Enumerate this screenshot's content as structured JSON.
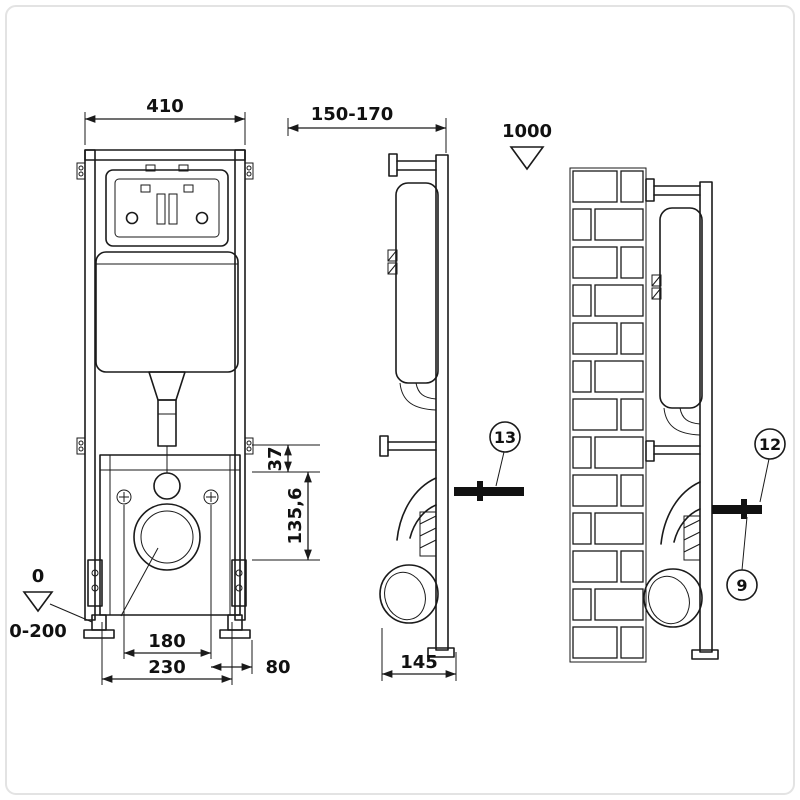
{
  "diagram": {
    "front": {
      "width": "410",
      "offset_small": "37",
      "offset_large": "135,6",
      "datum_zero": "0",
      "datum_range": "0-200",
      "bolt_spacing": "180",
      "base_width": "230",
      "side_offset": "80"
    },
    "side": {
      "depth_range": "150-170",
      "height_ref": "1000",
      "base_depth": "145",
      "callout_anchor": "13"
    },
    "wall": {
      "callout_upper": "12",
      "callout_lower": "9"
    }
  },
  "colors": {
    "line": "#1a1a1a",
    "anchor_fill": "#111111",
    "background": "#ffffff",
    "border": "#e3e3e3"
  }
}
